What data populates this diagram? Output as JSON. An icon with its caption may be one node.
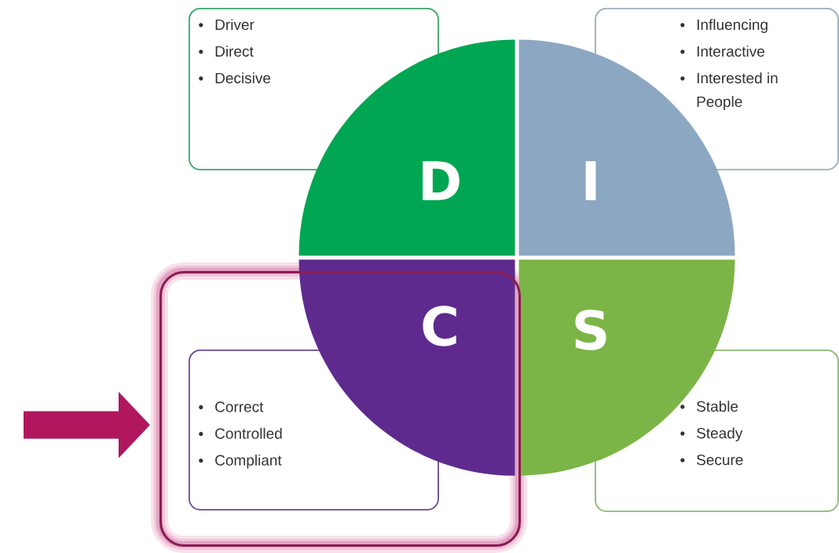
{
  "diagram": {
    "nodes": [
      {
        "text": [
          "Driver",
          "Direct",
          "Decisive"
        ]
      },
      {
        "text": [
          "Influencing",
          "Interactive",
          "Interested in People"
        ]
      },
      {
        "text": [
          "D"
        ]
      },
      {
        "text": [
          "I"
        ]
      },
      {
        "text": [],
        "shape": "box"
      },
      {
        "text": [
          "C"
        ]
      },
      {
        "text": [
          "S"
        ]
      },
      {
        "text": [
          "Correct",
          "Controlled",
          "Compliant"
        ],
        "in": 4
      },
      {
        "text": [
          "Stable",
          "Steady",
          "Secure"
        ]
      }
    ],
    "edges": [
      {
        "from": null,
        "to": 4,
        "arrow": "to"
      }
    ]
  }
}
